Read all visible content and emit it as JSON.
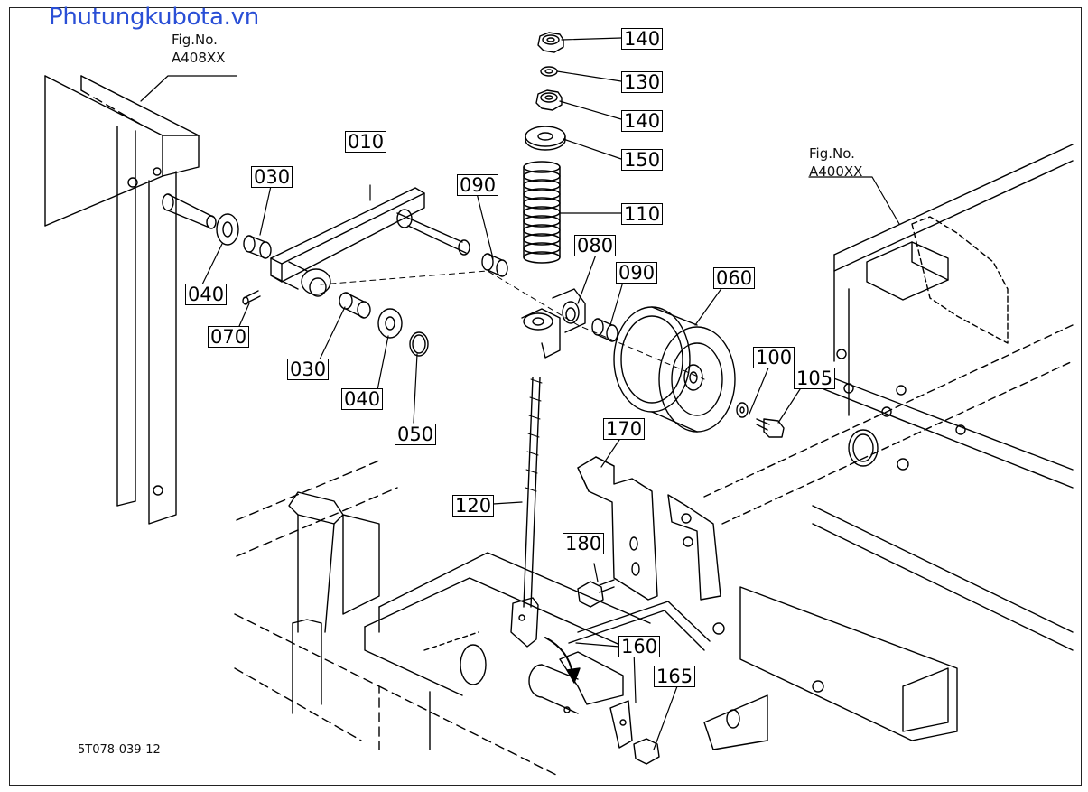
{
  "watermark": "Phutungkubota.vn",
  "figure_refs": [
    {
      "line1": "Fig.No.",
      "line2": "A408XX"
    },
    {
      "line1": "Fig.No.",
      "line2": "A400XX"
    }
  ],
  "part_callouts": [
    "140",
    "130",
    "140",
    "150",
    "110",
    "080",
    "090",
    "060",
    "010",
    "030",
    "090",
    "040",
    "070",
    "030",
    "040",
    "050",
    "100",
    "105",
    "170",
    "120",
    "180",
    "160",
    "165"
  ],
  "drawing_code": "5T078-039-12"
}
